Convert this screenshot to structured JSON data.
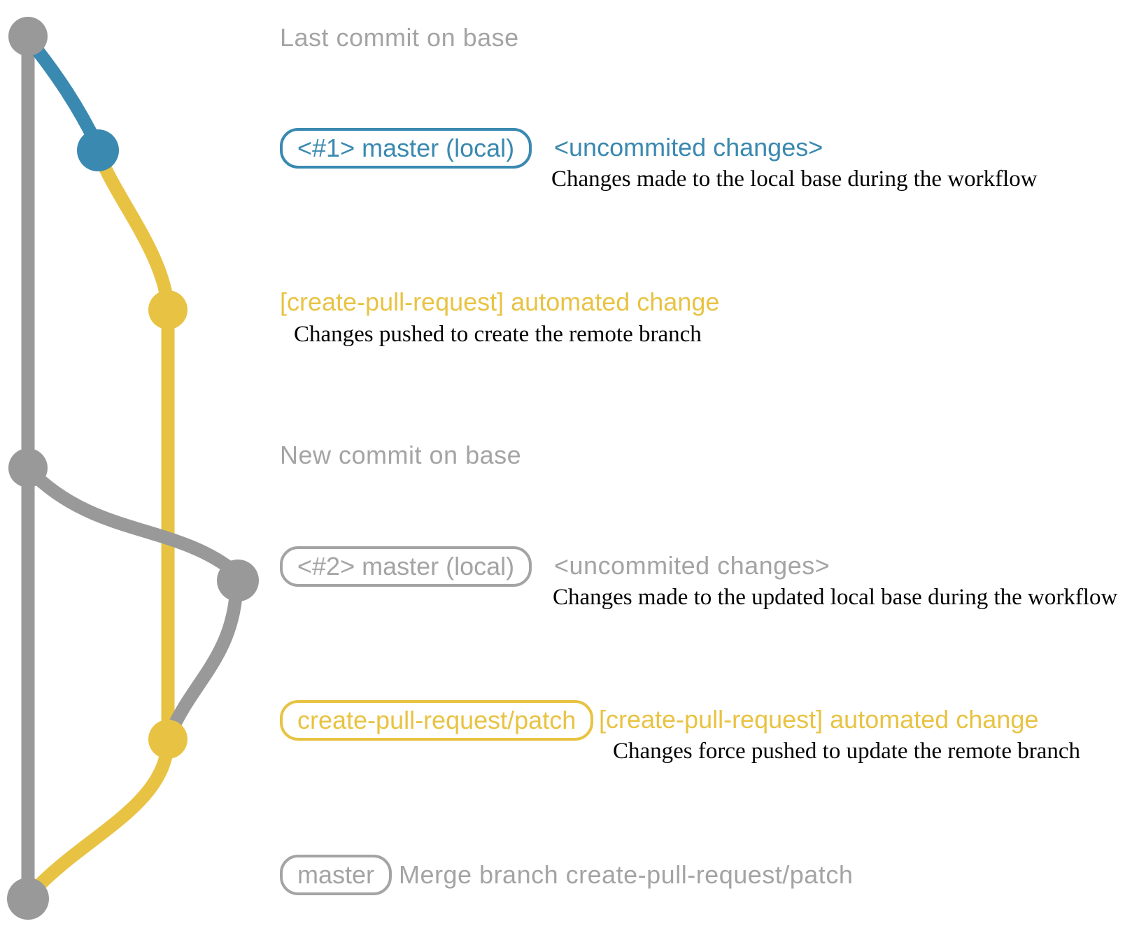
{
  "colors": {
    "gray": "#999999",
    "blue": "#3A89B0",
    "yellow": "#E8C343",
    "label-gray": "#A4A4A4",
    "text-black": "#000000"
  },
  "graph": {
    "type": "git-branch-diagram",
    "branches": [
      {
        "name": "master",
        "role": "base branch",
        "color": "#999999"
      },
      {
        "name": "master (local)",
        "role": "local working copy",
        "color": "#3A89B0"
      },
      {
        "name": "create-pull-request/patch",
        "role": "remote patch branch",
        "color": "#E8C343"
      }
    ],
    "commits": [
      {
        "label": "Last commit on base",
        "branch": "master"
      },
      {
        "label": "<#1> master (local) <uncommited changes>",
        "branch": "master (local)"
      },
      {
        "label": "[create-pull-request] automated change",
        "branch": "create-pull-request/patch"
      },
      {
        "label": "New commit on base",
        "branch": "master"
      },
      {
        "label": "<#2> master (local) <uncommited changes>",
        "branch": "master (local)"
      },
      {
        "label": "create-pull-request/patch [create-pull-request] automated change",
        "branch": "create-pull-request/patch"
      },
      {
        "label": "master — Merge branch create-pull-request/patch",
        "branch": "master"
      }
    ]
  },
  "labels": {
    "header_last_commit": "Last commit on base",
    "badge_master_local_1": "<#1> master (local)",
    "annotation_uncommited_1": "<uncommited changes>",
    "desc_local_base": "Changes made to the local base during the workflow",
    "annotation_automated_1": "[create-pull-request] automated change",
    "desc_pushed_create": "Changes pushed to create the remote branch",
    "header_new_commit": "New commit on base",
    "badge_master_local_2": "<#2> master (local)",
    "annotation_uncommited_2": "<uncommited changes>",
    "desc_updated_local_base": "Changes made to the updated local base during the workflow",
    "badge_patch_branch": "create-pull-request/patch",
    "annotation_automated_2": "[create-pull-request] automated change",
    "desc_force_pushed": "Changes force pushed to update the remote branch",
    "badge_master": "master",
    "annotation_merge": "Merge branch create-pull-request/patch"
  }
}
